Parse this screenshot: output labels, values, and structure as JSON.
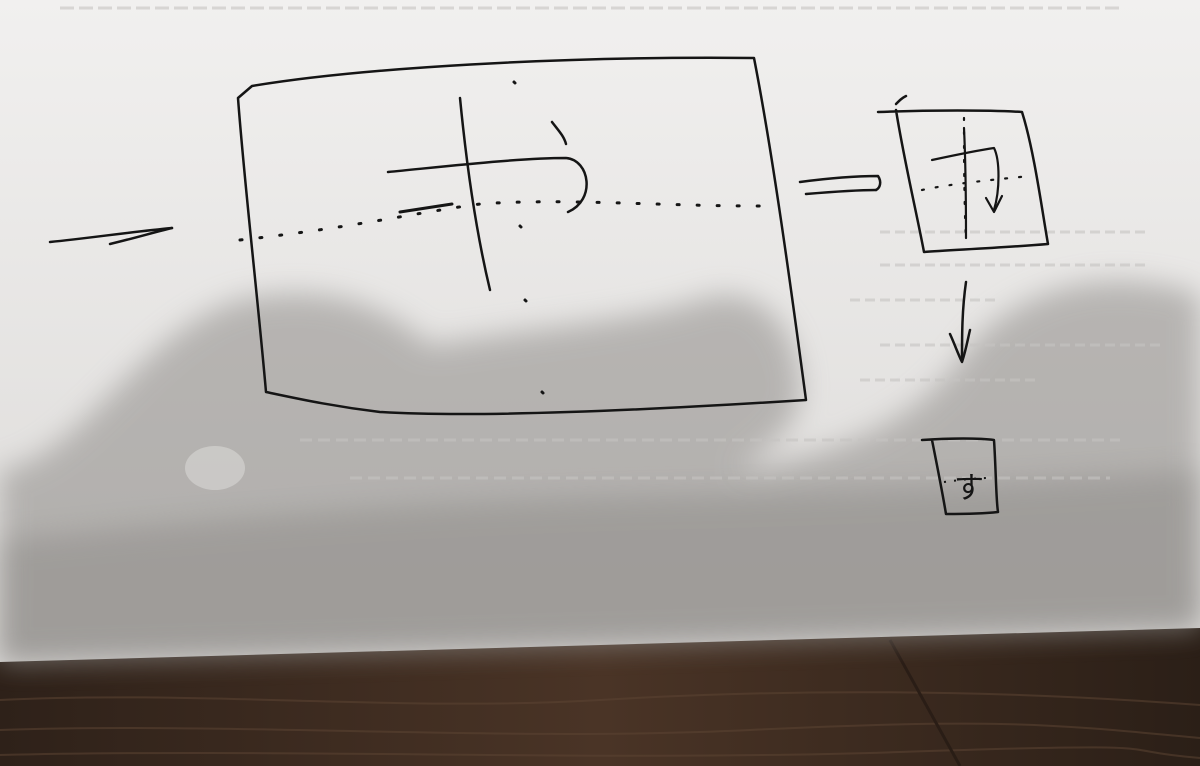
{
  "photo": {
    "colors": {
      "paper": "#ecebea",
      "paper_shadow": "#b8b6b4",
      "ink": "#151515",
      "table": "#3a2a1f",
      "table_grain": "#5a4232"
    }
  },
  "sketch": {
    "small_char": "す",
    "flow": [
      "input-arrow",
      "large-frame",
      "double-arrow",
      "cropped-frame",
      "down-arrow",
      "final-frame"
    ]
  }
}
